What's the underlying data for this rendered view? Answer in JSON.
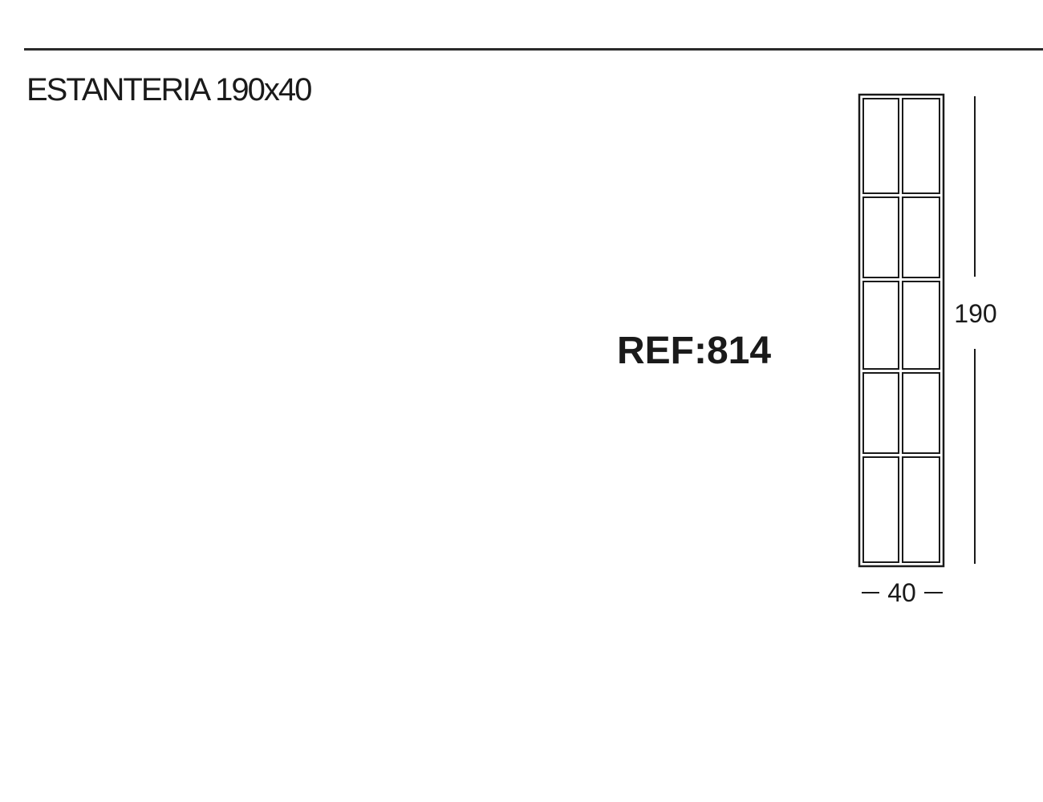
{
  "title": "ESTANTERIA 190x40",
  "reference": "REF:814",
  "dimensions": {
    "height_label": "190",
    "width_label": "40"
  },
  "shelf": {
    "columns": 2,
    "rows": 5
  },
  "colors": {
    "line": "#1a1a1a",
    "background": "#ffffff"
  }
}
